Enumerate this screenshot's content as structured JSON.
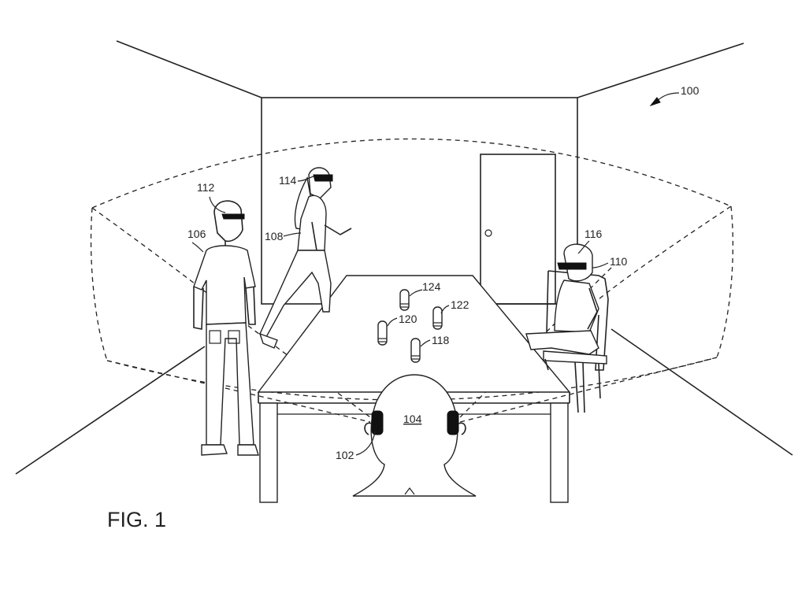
{
  "figure_title": "FIG. 1",
  "labels": {
    "system": "100",
    "listener_device": "102",
    "listener": "104",
    "person_left": "106",
    "person_walking": "108",
    "person_seated": "110",
    "glasses_left": "112",
    "glasses_walking": "114",
    "glasses_seated": "116",
    "object_118": "118",
    "object_120": "120",
    "object_122": "122",
    "object_124": "124"
  }
}
